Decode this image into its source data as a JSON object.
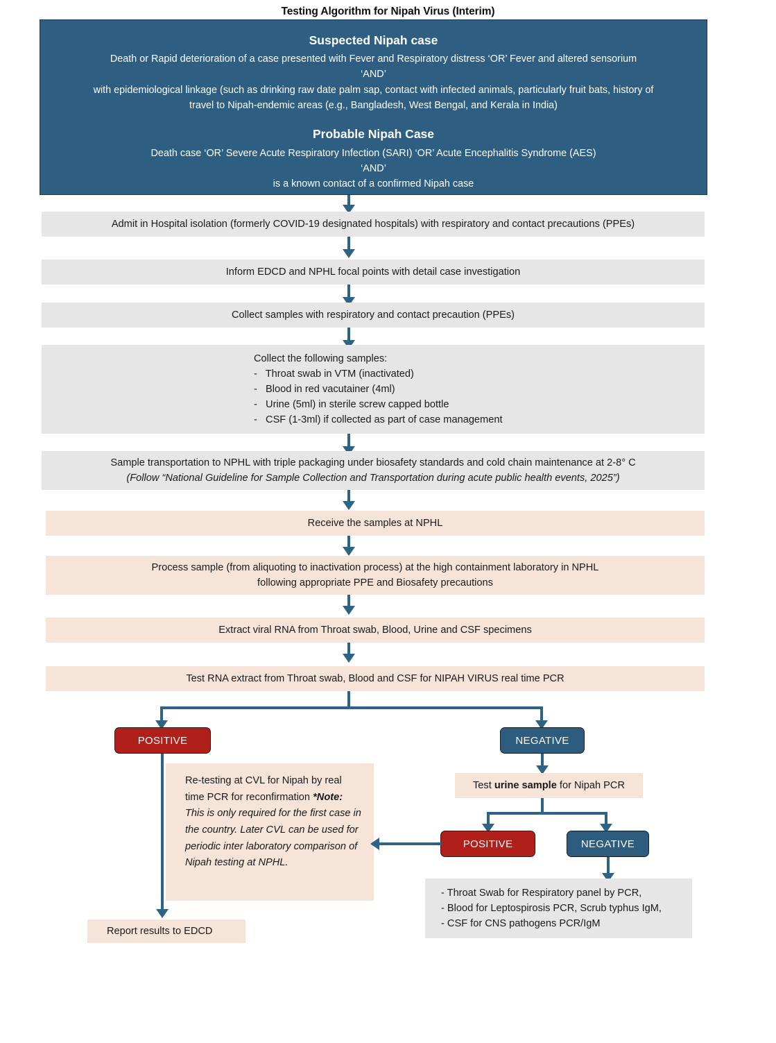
{
  "title": "Testing Algorithm for Nipah Virus (Interim)",
  "colors": {
    "header_blue": "#2e5f82",
    "grey_box": "#e6e6e6",
    "peach_box": "#f6e4d9",
    "positive_red": "#b01f19",
    "negative_blue": "#2d5c7e",
    "connector": "#2d6384"
  },
  "header": {
    "suspected_heading": "Suspected Nipah case",
    "suspected_line1": "Death or Rapid deterioration of a case presented with Fever and Respiratory distress ‘OR’ Fever and altered sensorium",
    "suspected_line2": "‘AND’",
    "suspected_line3": "with epidemiological linkage (such as drinking raw date palm sap, contact with infected animals, particularly fruit bats, history of",
    "suspected_line4": "travel to Nipah-endemic areas (e.g., Bangladesh, West Bengal, and Kerala in India)",
    "probable_heading": "Probable Nipah Case",
    "probable_line1": "Death case ‘OR’ Severe Acute Respiratory Infection (SARI) ‘OR’ Acute Encephalitis Syndrome (AES)",
    "probable_line2": "‘AND’",
    "probable_line3": "is a known contact of a confirmed Nipah case"
  },
  "steps": {
    "admit": "Admit in Hospital isolation (formerly COVID-19 designated hospitals) with respiratory and contact precautions (PPEs)",
    "inform": "Inform EDCD and NPHL focal points with detail case investigation",
    "collect_samples": "Collect samples with respiratory and contact precaution (PPEs)",
    "sample_list_lead": "Collect the following samples:",
    "sample_list": [
      "-   Throat swab in VTM (inactivated)",
      "-   Blood in red vacutainer (4ml)",
      "-   Urine (5ml) in sterile screw capped bottle",
      "-   CSF (1-3ml) if collected as part of case management"
    ],
    "transport_line1": "Sample transportation to NPHL with triple packaging under biosafety standards and cold chain maintenance at 2-8° C",
    "transport_line2": "(Follow “National Guideline for Sample Collection and Transportation during acute public health events, 2025”)",
    "receive": "Receive the samples at NPHL",
    "process_line1": "Process sample (from aliquoting to inactivation process) at the high containment laboratory in NPHL",
    "process_line2": "following appropriate PPE and Biosafety precautions",
    "extract": "Extract viral RNA from Throat swab, Blood, Urine and CSF specimens",
    "test_rna": "Test RNA extract from Throat swab, Blood and CSF for NIPAH VIRUS real time PCR"
  },
  "branch1": {
    "positive_label": "POSITIVE",
    "negative_label": "NEGATIVE"
  },
  "note": {
    "line1": "Re-testing at CVL for Nipah by real",
    "line2": "time PCR for reconfirmation",
    "note_label": "*Note:",
    "note_body_line1": " This is only required for the",
    "note_body_line2": "first case in the country. Later CVL",
    "note_body_line3": "can be used for periodic inter",
    "note_body_line4": "laboratory comparison of Nipah",
    "note_body_line5": "testing at NPHL."
  },
  "urine": {
    "prefix": "Test ",
    "bold": "urine sample",
    "suffix": " for Nipah PCR",
    "positive_label": "POSITIVE",
    "negative_label": "NEGATIVE"
  },
  "differential": {
    "items": [
      "-   Throat Swab for Respiratory panel by PCR,",
      "-   Blood for Leptospirosis PCR, Scrub typhus IgM,",
      "-   CSF for CNS pathogens PCR/IgM"
    ]
  },
  "report": {
    "label": "Report results to EDCD"
  }
}
